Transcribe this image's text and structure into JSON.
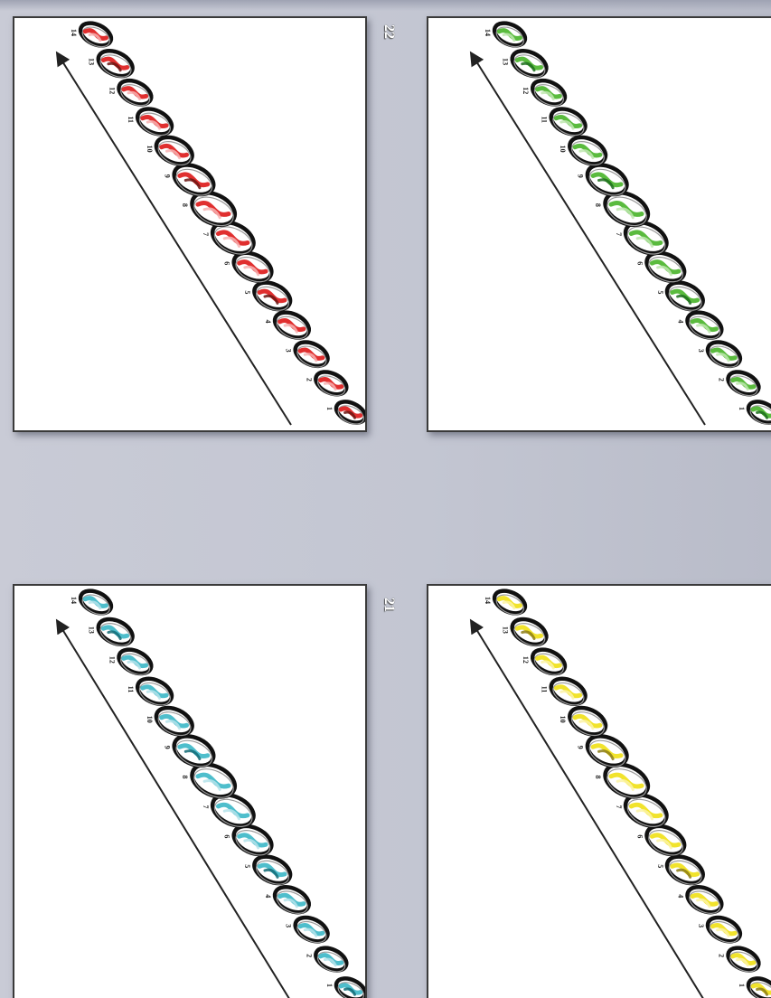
{
  "slides": [
    {
      "id": "slide-red",
      "number": "22",
      "color": "#dd1d1d",
      "dark": "#6b1512",
      "tint": "#f7b3b3"
    },
    {
      "id": "slide-green",
      "number": "",
      "color": "#4cb52e",
      "dark": "#1d6d1d",
      "tint": "#bfe8b0"
    },
    {
      "id": "slide-cyan",
      "number": "21",
      "color": "#3fb8c8",
      "dark": "#146b76",
      "tint": "#b5e3ea"
    },
    {
      "id": "slide-yellow",
      "number": "",
      "color": "#f0e11a",
      "dark": "#8c7d16",
      "tint": "#fbf3a6"
    }
  ],
  "ticks": [
    "1",
    "2",
    "3",
    "4",
    "5",
    "6",
    "7",
    "8",
    "9",
    "10",
    "11",
    "12",
    "13",
    "14"
  ],
  "colors": {
    "background": "#c4c7d3",
    "frame": "#3a3a3a"
  }
}
